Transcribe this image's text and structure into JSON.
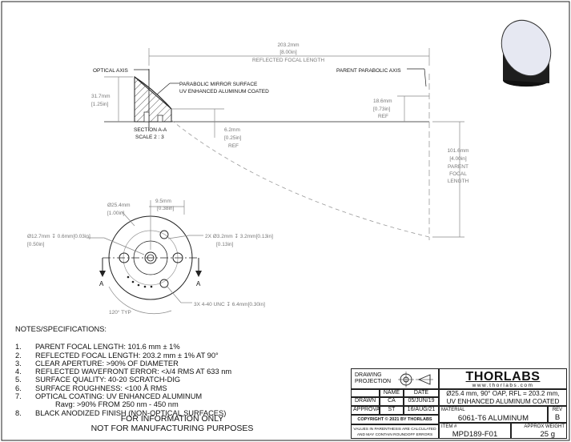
{
  "section": {
    "optical_axis": "OPTICAL AXIS",
    "surface_line1": "PARABOLIC MIRROR SURFACE",
    "surface_line2": "UV ENHANCED ALUMINUM COATED",
    "name": "SECTION A-A",
    "scale": "SCALE 2 : 3"
  },
  "dims": {
    "rfl_mm": "203.2mm",
    "rfl_in": "[8.00in]",
    "rfl_label": "REFLECTED FOCAL LENGTH",
    "height_mm": "31.7mm",
    "height_in": "[1.25in]",
    "parent_axis": "PARENT PARABOLIC AXIS",
    "offset_mm": "18.6mm",
    "offset_in": "[0.73in]",
    "offset_ref": "REF",
    "thin_mm": "6.2mm",
    "thin_in": "[0.25in]",
    "thin_ref": "REF",
    "pfl_mm": "101.6mm",
    "pfl_in": "[4.00in]",
    "pfl_l1": "PARENT",
    "pfl_l2": "FOCAL",
    "pfl_l3": "LENGTH",
    "dia_mm": "Ø25.4mm",
    "dia_in": "[1.00in]",
    "off_mm": "9.5mm",
    "off_in": "[0.38in]",
    "cb_mm": "Ø12.7mm ↧ 0.6mm[0.03in]",
    "cb_in": "[0.50in]",
    "holes_mm": "2X  Ø3.2mm ↧ 3.2mm[0.13in]",
    "holes_in": "[0.13in]",
    "tap": "3X 4-40 UNC ↧ 6.4mm[0.30in]",
    "angle": "120° TYP",
    "a_left": "A",
    "a_right": "A"
  },
  "notes": {
    "header": "NOTES/SPECIFICATIONS:",
    "items": [
      {
        "num": "1.",
        "text": "PARENT FOCAL LENGTH: 101.6 mm ± 1%"
      },
      {
        "num": "2.",
        "text": "REFLECTED FOCAL LENGTH: 203.2 mm ± 1% AT 90°"
      },
      {
        "num": "3.",
        "text": "CLEAR APERTURE: >90% OF DIAMETER"
      },
      {
        "num": "4.",
        "text": "REFLECTED WAVEFRONT ERROR: <λ/4 RMS AT 633 nm"
      },
      {
        "num": "5.",
        "text": "SURFACE QUALITY: 40-20 SCRATCH-DIG"
      },
      {
        "num": "6.",
        "text": "SURFACE ROUGHNESS: <100 Å RMS"
      },
      {
        "num": "7.",
        "text": "OPTICAL COATING: UV ENHANCED ALUMINUM"
      }
    ],
    "sub": "Ravg: >90% FROM 250 nm - 450 nm",
    "last": {
      "num": "8.",
      "text": "BLACK ANODIZED FINISH (NON-OPTICAL SURFACES)"
    }
  },
  "info": {
    "line1": "FOR INFORMATION ONLY",
    "line2": "NOT FOR MANUFACTURING PURPOSES"
  },
  "title_block": {
    "projection_l1": "DRAWING",
    "projection_l2": "PROJECTION",
    "name_hdr": "NAME",
    "date_hdr": "DATE",
    "drawn": "DRAWN",
    "drawn_name": "CA",
    "drawn_date": "05/JUN/19",
    "approval": "APPROVAL",
    "approval_name": "ST",
    "approval_date": "16/AUG/21",
    "copyright": "COPYRIGHT © 2021 BY THORLABS",
    "disclaimer_l1": "VALUES IN PARENTHESIS ARE CALCULATED",
    "disclaimer_l2": "AND MAY CONTAIN ROUNDOFF ERRORS",
    "brand": "THORLABS",
    "website": "www.thorlabs.com",
    "description_l1": "Ø25.4 mm, 90° OAP, RFL = 203.2 mm,",
    "description_l2": "UV ENHANCED ALUMINUM COATED",
    "material_hdr": "MATERIAL",
    "material": "6061-T6 ALUMINUM",
    "rev_hdr": "REV",
    "rev": "B",
    "item_hdr": "ITEM #",
    "item": "MPD189-F01",
    "weight_hdr": "APPROX WEIGHT",
    "weight": "25 g"
  },
  "colors": {
    "line": "#222222",
    "dim": "#777777",
    "mirror_face": "#e6e8f2",
    "body": "#1c1c1c"
  }
}
